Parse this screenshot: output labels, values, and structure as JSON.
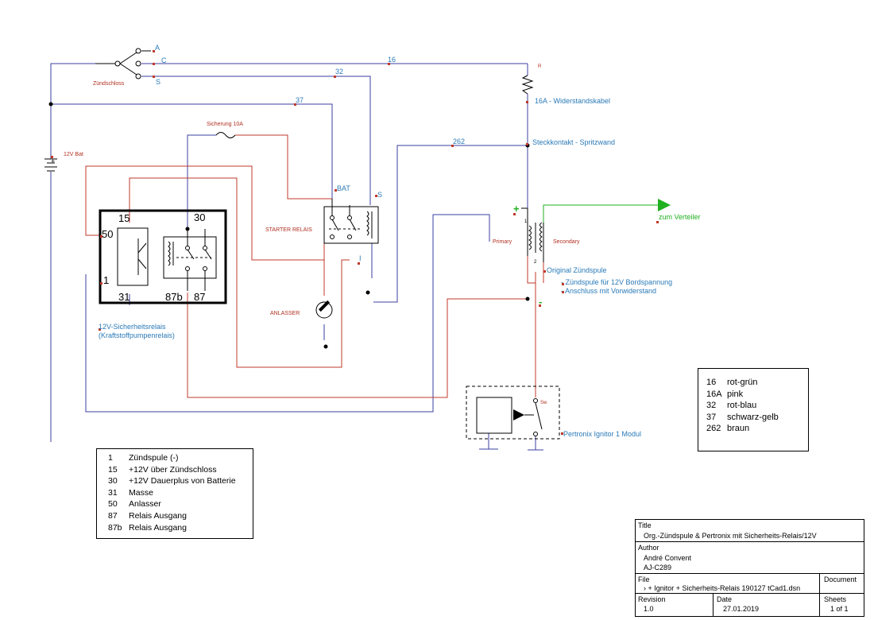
{
  "switch": {
    "label": "Zündschloss",
    "pos_a": "A",
    "pos_c": "C",
    "pos_s": "S"
  },
  "battery": {
    "label": "12V Bat"
  },
  "wires": {
    "w16": "16",
    "w32": "32",
    "w37": "37",
    "w262": "262"
  },
  "fuse": {
    "label": "Sicherung 10A"
  },
  "resistor": {
    "ref": "R",
    "label": "16A - Widerstandskabel"
  },
  "connector": {
    "label": "Steckkontakt - Spritzwand"
  },
  "starter_relay": {
    "label": "STARTER RELAIS",
    "bat": "BAT",
    "s": "S",
    "i": "I"
  },
  "starter": {
    "label": "ANLASSER"
  },
  "safety_relay": {
    "pin15": "15",
    "pin30": "30",
    "pin50": "50",
    "pin1": "1",
    "pin31": "31",
    "pin87b": "87b",
    "pin87": "87",
    "label_line1": "12V-Sicherheitsrelais",
    "label_line2": "(Kraftstoffpumpenrelais)"
  },
  "coil": {
    "plus": "+",
    "minus": "-",
    "ref_pin1": "1",
    "ref_pin2": "2",
    "primary": "Primary",
    "secondary": "Secondary",
    "name": "Original Zündspule",
    "note1": "- Zündspule für 12V Bordspannung",
    "note2": "- Anschluss mit Vorwiderstand"
  },
  "distributor": {
    "label": "zum Verteiler"
  },
  "ignitor": {
    "label": "Pertronix Ignitor 1 Modul",
    "sw": "Sw"
  },
  "pins_legend": [
    {
      "pin": "1",
      "desc": "Zündspule (-)"
    },
    {
      "pin": "15",
      "desc": "+12V über Zündschloss"
    },
    {
      "pin": "30",
      "desc": "+12V Dauerplus von Batterie"
    },
    {
      "pin": "31",
      "desc": "Masse"
    },
    {
      "pin": "50",
      "desc": "Anlasser"
    },
    {
      "pin": "87",
      "desc": "Relais Ausgang"
    },
    {
      "pin": "87b",
      "desc": "Relais Ausgang"
    }
  ],
  "color_legend": [
    {
      "wire": "16",
      "color": "rot-grün"
    },
    {
      "wire": "16A",
      "color": "pink"
    },
    {
      "wire": "32",
      "color": "rot-blau"
    },
    {
      "wire": "37",
      "color": "schwarz-gelb"
    },
    {
      "wire": "262",
      "color": "braun"
    }
  ],
  "title_block": {
    "title_label": "Title",
    "title": "Org.-Zündspule & Pertronix mit Sicherheits-Relais/12V",
    "author_label": "Author",
    "author": "André Convent",
    "author_id": "AJ-C289",
    "file_label": "File",
    "file": "› + Ignitor + Sicherheits-Relais 190127 tCad1.dsn",
    "document_label": "Document",
    "revision_label": "Revision",
    "revision": "1.0",
    "date_label": "Date",
    "date": "27.01.2019",
    "sheets_label": "Sheets",
    "sheets": "1 of 1"
  },
  "colors": {
    "wire_blue": "#3b3fa0",
    "wire_red": "#c0392b",
    "label_blue": "#2a7ab8",
    "label_red": "#b03020",
    "green": "#20b020",
    "junction": "#000000"
  }
}
